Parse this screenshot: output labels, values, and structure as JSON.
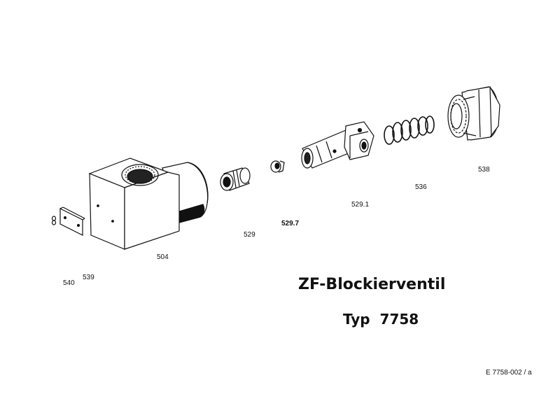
{
  "title": {
    "main": "ZF-Blockierventil",
    "sub": "Typ  7758"
  },
  "doc_number": "E 7758-002 / a",
  "part_labels": {
    "p504": "504",
    "p529": "529",
    "p529_7": "529.7",
    "p529_1": "529.1",
    "p536": "536",
    "p538": "538",
    "p539": "539",
    "p540": "540"
  },
  "colors": {
    "ink": "#111111",
    "background": "#ffffff"
  }
}
